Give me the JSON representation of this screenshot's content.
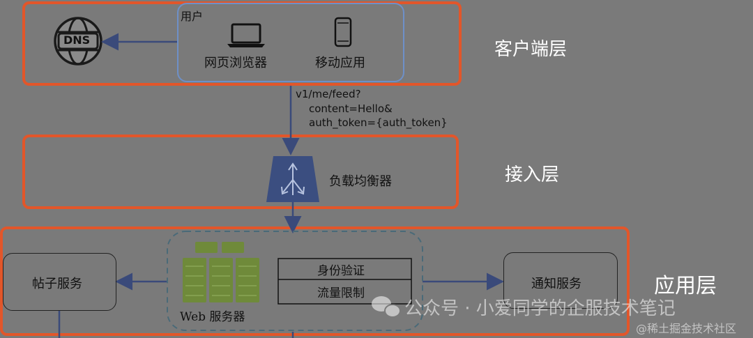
{
  "layers": {
    "client": "客户端层",
    "access": "接入层",
    "application": "应用层"
  },
  "client": {
    "user_label": "用户",
    "dns_label": "DNS",
    "browser_label": "网页浏览器",
    "mobile_label": "移动应用"
  },
  "request": {
    "line1": "v1/me/feed?",
    "line2": "content=Hello&",
    "line3": "auth_token={auth_token}"
  },
  "access": {
    "lb_label": "负载均衡器"
  },
  "app": {
    "post_service": "帖子服务",
    "auth": "身份验证",
    "rate_limit": "流量限制",
    "web_server": "Web 服务器",
    "notify_service": "通知服务"
  },
  "watermark": {
    "wechat": "公众号 · 小爱同学的企服技术笔记",
    "juejin": "@稀土掘金技术社区"
  },
  "colors": {
    "layer_border": "#e2562a",
    "arrow": "#3a4a7a",
    "user_box_border": "#6e90c8",
    "lb_fill": "#3b4e80",
    "server_fill": "#6f8a3a"
  }
}
